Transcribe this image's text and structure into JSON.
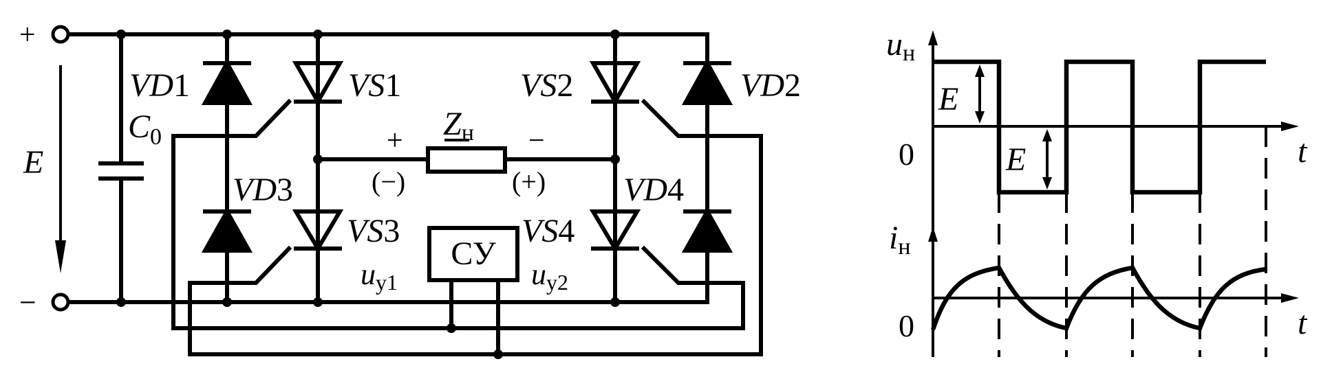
{
  "circuit": {
    "terminal_plus": "+",
    "terminal_minus": "−",
    "source_voltage": "E",
    "capacitor": {
      "main": "C",
      "sub": "0"
    },
    "devices": {
      "vd1": {
        "prefix": "VD",
        "num": "1"
      },
      "vs1": {
        "prefix": "VS",
        "num": "1"
      },
      "vs2": {
        "prefix": "VS",
        "num": "2"
      },
      "vd2": {
        "prefix": "VD",
        "num": "2"
      },
      "vd3": {
        "prefix": "VD",
        "num": "3"
      },
      "vs3": {
        "prefix": "VS",
        "num": "3"
      },
      "vs4": {
        "prefix": "VS",
        "num": "4"
      },
      "vd4": {
        "prefix": "VD",
        "num": "4"
      }
    },
    "load": {
      "main": "Z",
      "sub": "н"
    },
    "load_polarity_plus": "+",
    "load_polarity_minus": "−",
    "load_polarity_alt_left": "(−)",
    "load_polarity_alt_right": "(+)",
    "control_unit": "СУ",
    "control_signals": {
      "uy1": {
        "main": "u",
        "sub": "у1"
      },
      "uy2": {
        "main": "u",
        "sub": "у2"
      }
    }
  },
  "waveforms": {
    "voltage_plot": {
      "y_label": {
        "main": "u",
        "sub": "н"
      },
      "x_label": "t",
      "origin": "0",
      "amplitude_label_pos": "E",
      "amplitude_label_neg": "E",
      "shape": "square",
      "levels": [
        1,
        -1,
        1,
        -1,
        1
      ]
    },
    "current_plot": {
      "y_label": {
        "main": "i",
        "sub": "н"
      },
      "x_label": "t",
      "origin": "0",
      "shape": "exponential"
    }
  }
}
